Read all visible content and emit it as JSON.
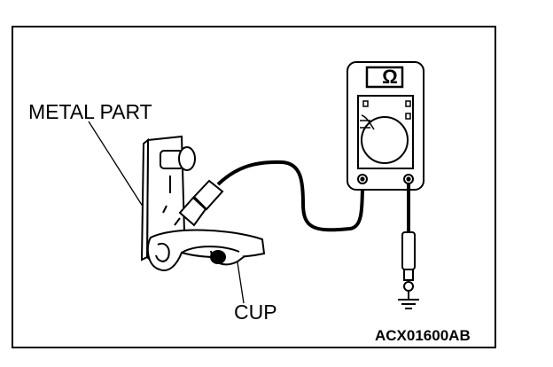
{
  "labels": {
    "metal_part": "METAL PART",
    "cup": "CUP",
    "figure_code": "ACX01600AB",
    "meter_symbol": "Ω"
  },
  "colors": {
    "ink": "#000000",
    "background": "#ffffff"
  },
  "icons": {
    "meter": "ohmmeter-icon",
    "ground": "ground-icon"
  }
}
